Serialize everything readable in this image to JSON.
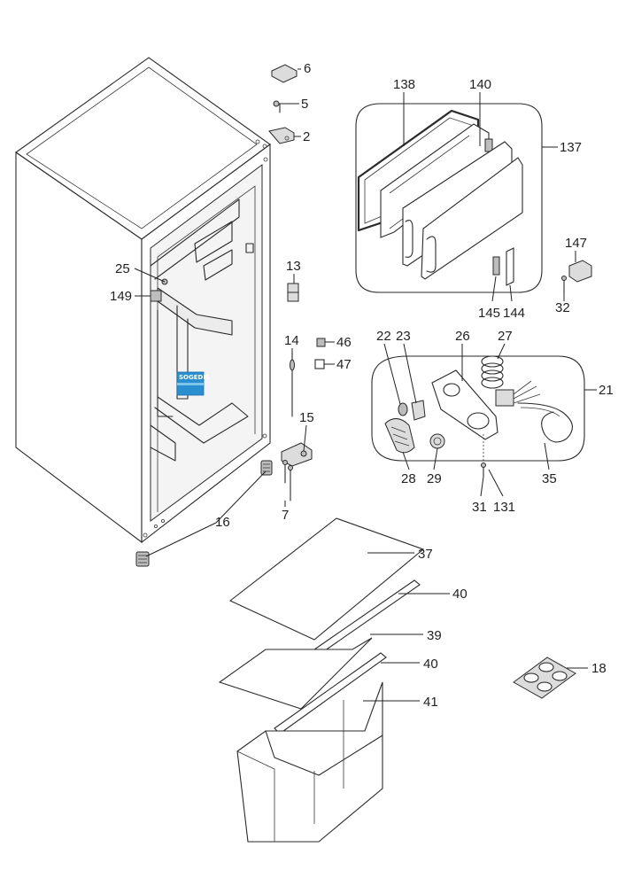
{
  "logo": {
    "text": "SOGEDIS",
    "color": "#2a8fd0"
  },
  "callouts": [
    {
      "id": "c6",
      "text": "6"
    },
    {
      "id": "c5",
      "text": "5"
    },
    {
      "id": "c2",
      "text": "2"
    },
    {
      "id": "c138",
      "text": "138"
    },
    {
      "id": "c140",
      "text": "140"
    },
    {
      "id": "c137",
      "text": "137"
    },
    {
      "id": "c147",
      "text": "147"
    },
    {
      "id": "c32",
      "text": "32"
    },
    {
      "id": "c145",
      "text": "145"
    },
    {
      "id": "c144",
      "text": "144"
    },
    {
      "id": "c13",
      "text": "13"
    },
    {
      "id": "c25",
      "text": "25"
    },
    {
      "id": "c149",
      "text": "149"
    },
    {
      "id": "c14",
      "text": "14"
    },
    {
      "id": "c46",
      "text": "46"
    },
    {
      "id": "c47",
      "text": "47"
    },
    {
      "id": "c22",
      "text": "22"
    },
    {
      "id": "c23",
      "text": "23"
    },
    {
      "id": "c26",
      "text": "26"
    },
    {
      "id": "c27",
      "text": "27"
    },
    {
      "id": "c21",
      "text": "21"
    },
    {
      "id": "c15",
      "text": "15"
    },
    {
      "id": "c28",
      "text": "28"
    },
    {
      "id": "c29",
      "text": "29"
    },
    {
      "id": "c35",
      "text": "35"
    },
    {
      "id": "c31",
      "text": "31"
    },
    {
      "id": "c131",
      "text": "131"
    },
    {
      "id": "c16",
      "text": "16"
    },
    {
      "id": "c7",
      "text": "7"
    },
    {
      "id": "c37",
      "text": "37"
    },
    {
      "id": "c40a",
      "text": "40"
    },
    {
      "id": "c39",
      "text": "39"
    },
    {
      "id": "c40b",
      "text": "40"
    },
    {
      "id": "c41",
      "text": "41"
    },
    {
      "id": "c18",
      "text": "18"
    }
  ]
}
